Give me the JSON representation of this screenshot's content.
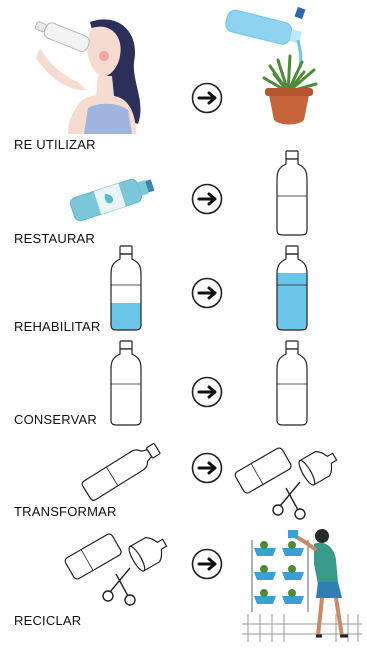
{
  "rows": [
    {
      "label": "RE UTILIZAR"
    },
    {
      "label": "RESTAURAR"
    },
    {
      "label": "REHABILITAR"
    },
    {
      "label": "CONSERVAR"
    },
    {
      "label": "TRANSFORMAR"
    },
    {
      "label": "RECICLAR"
    }
  ],
  "colors": {
    "water": "#6cc6ea",
    "bottle_label": "#5fb8c9",
    "pot": "#c8643c",
    "plant": "#4f8a3a",
    "shirt": "#3a9a8a",
    "stroke": "#222222"
  },
  "icons": [
    "arrow-right-circle-icon",
    "scissors-icon",
    "bottle-icon",
    "plant-pot-icon"
  ]
}
